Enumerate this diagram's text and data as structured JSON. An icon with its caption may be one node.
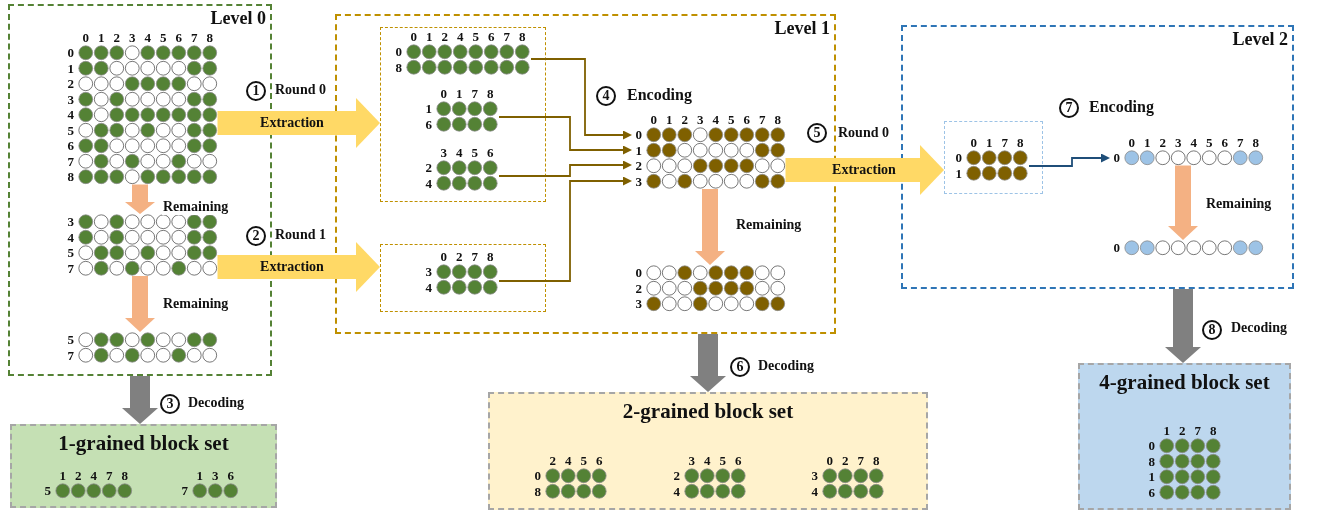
{
  "diagram": {
    "nodes": [
      {
        "text": [
          "Level 0"
        ]
      },
      {
        "text": [
          "0 1 2 3 4 5 6 7 8",
          "0 1 2 3 4 5 6 7 8"
        ],
        "in": 0
      },
      {
        "text": [
          "3 4 5 7"
        ],
        "in": 0
      },
      {
        "text": [
          "5 7"
        ],
        "in": 0
      },
      {
        "text": [
          "Level 1"
        ]
      },
      {
        "text": [],
        "shape": "box",
        "in": 4
      },
      {
        "text": [
          "0 1 2 4 5 6 7 8",
          "0 8"
        ],
        "in": 5
      },
      {
        "text": [
          "0 1 7 8",
          "1 6"
        ],
        "in": 5
      },
      {
        "text": [
          "3 4 5 6",
          "2 4"
        ],
        "in": 5
      },
      {
        "text": [],
        "shape": "box",
        "in": 4
      },
      {
        "text": [
          "0 2 7 8",
          "3 4"
        ],
        "in": 9
      },
      {
        "text": [
          "0 1 2 3 4 5 6 7 8",
          "0 1 2 3"
        ],
        "in": 4
      },
      {
        "text": [
          "0 2 3"
        ],
        "in": 4
      },
      {
        "text": [
          "Level 2"
        ]
      },
      {
        "text": [],
        "shape": "box",
        "in": 13
      },
      {
        "text": [
          "0 1 7 8",
          "0 1"
        ],
        "in": 14
      },
      {
        "text": [
          "0 1 2 3 4 5 6 7 8",
          "0"
        ],
        "in": 13
      },
      {
        "text": [
          "0"
        ],
        "in": 13
      },
      {
        "text": [
          "1-grained block set"
        ]
      },
      {
        "text": [
          "1 2 4 7 8",
          "5"
        ],
        "in": 18
      },
      {
        "text": [
          "1 3 6",
          "7"
        ],
        "in": 18
      },
      {
        "text": [
          "2-grained block set"
        ]
      },
      {
        "text": [
          "2 4 5 6",
          "0 8"
        ],
        "in": 21
      },
      {
        "text": [
          "3 4 5 6",
          "2 4"
        ],
        "in": 21
      },
      {
        "text": [
          "0 2 7 8",
          "3 4"
        ],
        "in": 21
      },
      {
        "text": [
          "4-grained block set"
        ]
      },
      {
        "text": [
          "1 2 7 8",
          "0 8 1 6"
        ],
        "in": 25
      }
    ],
    "edges": [
      {
        "from": 1,
        "to": 2,
        "arrow": "to",
        "label": "Remaining",
        "color": "#f4b183"
      },
      {
        "from": 2,
        "to": 3,
        "arrow": "to",
        "label": "Remaining",
        "color": "#f4b183"
      },
      {
        "from": 1,
        "to": 5,
        "arrow": "to",
        "label": "Extraction",
        "color": "#ffd966"
      },
      {
        "from": 2,
        "to": 9,
        "arrow": "to",
        "label": "Extraction",
        "color": "#ffd966"
      },
      {
        "from": 0,
        "to": 18,
        "arrow": "to",
        "label": "Decoding",
        "color": "#808080"
      },
      {
        "from": 6,
        "to": 11,
        "arrow": "to",
        "color": "#7f6000"
      },
      {
        "from": 7,
        "to": 11,
        "arrow": "to",
        "color": "#7f6000"
      },
      {
        "from": 8,
        "to": 11,
        "arrow": "to",
        "color": "#7f6000"
      },
      {
        "from": 10,
        "to": 11,
        "arrow": "to",
        "color": "#7f6000"
      },
      {
        "from": 11,
        "to": 12,
        "arrow": "to",
        "label": "Remaining",
        "color": "#f4b183"
      },
      {
        "from": 11,
        "to": 14,
        "arrow": "to",
        "label": "Extraction",
        "color": "#ffd966"
      },
      {
        "from": 4,
        "to": 21,
        "arrow": "to",
        "label": "Decoding",
        "color": "#808080"
      },
      {
        "from": 15,
        "to": 16,
        "arrow": "to",
        "color": "#1f4e79"
      },
      {
        "from": 16,
        "to": 17,
        "arrow": "to",
        "label": "Remaining",
        "color": "#f4b183"
      },
      {
        "from": 13,
        "to": 25,
        "arrow": "to",
        "label": "Decoding",
        "color": "#808080"
      }
    ],
    "labels": [
      "1",
      "Round 0",
      "2",
      "Round 1",
      "3",
      "4",
      "Encoding",
      "5",
      "Round 0",
      "6",
      "7",
      "Encoding",
      "8"
    ]
  }
}
